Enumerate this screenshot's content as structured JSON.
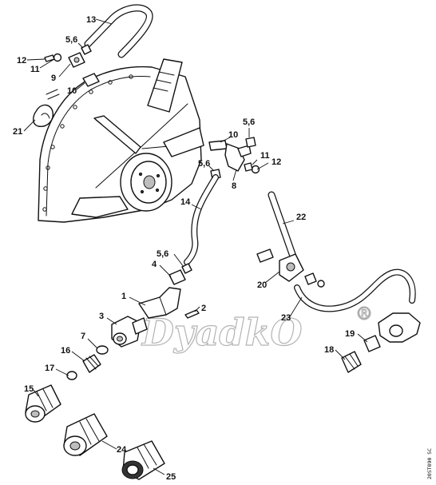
{
  "callouts": [
    {
      "id": "13",
      "text": "13"
    },
    {
      "id": "5_6_top",
      "text": "5,6"
    },
    {
      "id": "12_left",
      "text": "12"
    },
    {
      "id": "11_left",
      "text": "11"
    },
    {
      "id": "9",
      "text": "9"
    },
    {
      "id": "10_left",
      "text": "10"
    },
    {
      "id": "21",
      "text": "21"
    },
    {
      "id": "5_6_right",
      "text": "5,6"
    },
    {
      "id": "10_right",
      "text": "10"
    },
    {
      "id": "5_6_mid",
      "text": "5,6"
    },
    {
      "id": "11_right",
      "text": "11"
    },
    {
      "id": "12_right",
      "text": "12"
    },
    {
      "id": "8",
      "text": "8"
    },
    {
      "id": "14",
      "text": "14"
    },
    {
      "id": "22",
      "text": "22"
    },
    {
      "id": "5_6_low",
      "text": "5,6"
    },
    {
      "id": "4",
      "text": "4"
    },
    {
      "id": "20",
      "text": "20"
    },
    {
      "id": "1",
      "text": "1"
    },
    {
      "id": "2",
      "text": "2"
    },
    {
      "id": "3",
      "text": "3"
    },
    {
      "id": "23",
      "text": "23"
    },
    {
      "id": "19",
      "text": "19"
    },
    {
      "id": "7",
      "text": "7"
    },
    {
      "id": "16",
      "text": "16"
    },
    {
      "id": "18",
      "text": "18"
    },
    {
      "id": "17",
      "text": "17"
    },
    {
      "id": "15",
      "text": "15"
    },
    {
      "id": "24",
      "text": "24"
    },
    {
      "id": "25",
      "text": "25"
    }
  ],
  "watermark": {
    "text": "DyadkO",
    "mark": "®"
  },
  "drawing_code": "20ST090 SC",
  "colors": {
    "line": "#111111",
    "watermark": "#9a9a9a",
    "background": "#ffffff"
  }
}
